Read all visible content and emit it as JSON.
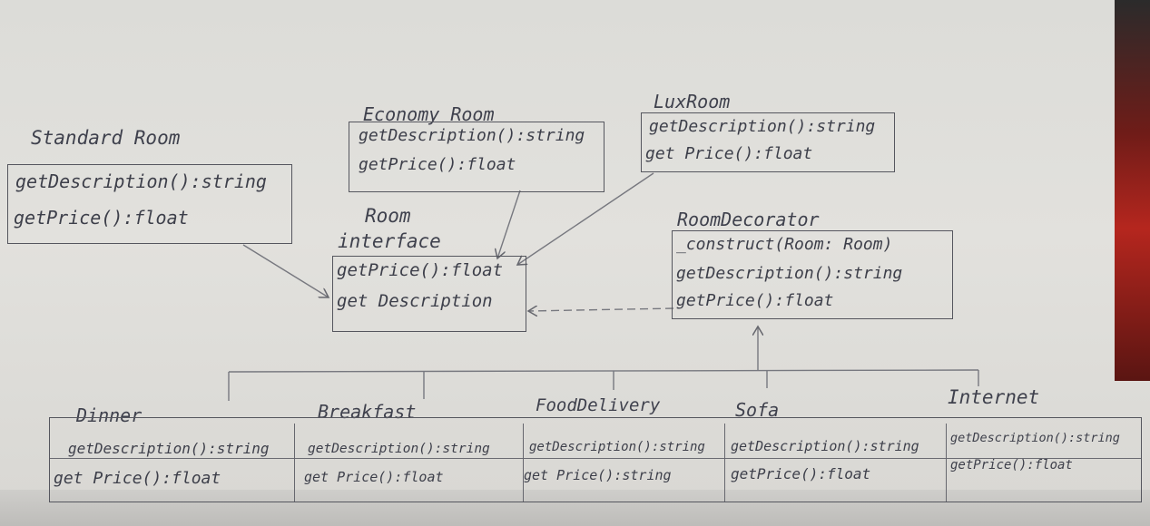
{
  "classes": {
    "standard": {
      "name": "Standard Room",
      "methods": [
        "getDescription():string",
        "getPrice():float"
      ]
    },
    "economy": {
      "name": "Economy Room",
      "methods": [
        "getDescription():string",
        "getPrice():float"
      ]
    },
    "lux": {
      "name": "LuxRoom",
      "methods": [
        "getDescription():string",
        "get Price():float"
      ]
    },
    "room": {
      "name": "Room",
      "stereotype": "interface",
      "methods": [
        "getPrice():float",
        "get Description"
      ]
    },
    "decorator": {
      "name": "RoomDecorator",
      "methods": [
        "_construct(Room: Room)",
        "getDescription():string",
        "getPrice():float"
      ]
    },
    "dinner": {
      "name": "Dinner",
      "methods": [
        "getDescription():string",
        "get Price():float"
      ]
    },
    "breakfast": {
      "name": "Breakfast",
      "methods": [
        "getDescription():string",
        "get Price():float"
      ]
    },
    "fooddelivery": {
      "name": "FoodDelivery",
      "methods": [
        "getDescription():string",
        "get Price():string"
      ]
    },
    "sofa": {
      "name": "Sofa",
      "methods": [
        "getDescription():string",
        "getPrice():float"
      ]
    },
    "internet": {
      "name": "Internet",
      "methods": [
        "getDescription():string",
        "getPrice():float"
      ]
    }
  },
  "colors": {
    "ink": "#4a4c55",
    "paper": "#dedddA",
    "edge": "#b5261e"
  }
}
